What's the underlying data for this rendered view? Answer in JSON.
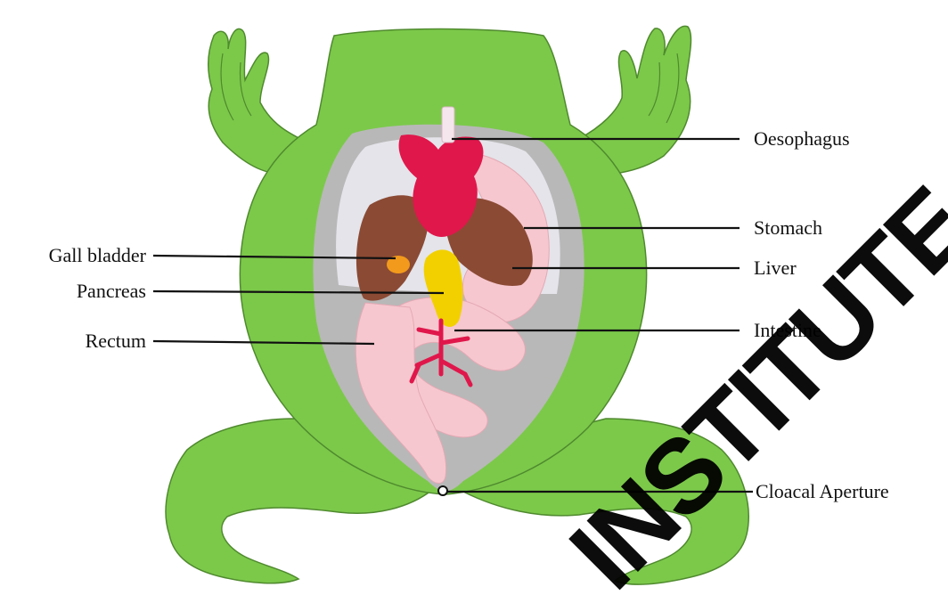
{
  "labels": {
    "oesophagus": "Oesophagus",
    "stomach": "Stomach",
    "liver": "Liver",
    "intestine": "Intestine",
    "gall_bladder": "Gall bladder",
    "pancreas": "Pancreas",
    "rectum": "Rectum",
    "cloacal_aperture": "Cloacal Aperture"
  },
  "watermark": {
    "text": "INSTITUTE",
    "color": "#000000"
  },
  "colors": {
    "skin": "#7cc94a",
    "skin_outline": "#4f8a2e",
    "body_cavity": "#b8b8b8",
    "cavity_lining": "#e9e9ef",
    "heart_oesophagus": "#e0174b",
    "liver": "#8b4a34",
    "gall_bladder": "#f29a1c",
    "pancreas": "#f2d000",
    "gut": "#f6c7cf",
    "leader_lines": "#111111"
  }
}
